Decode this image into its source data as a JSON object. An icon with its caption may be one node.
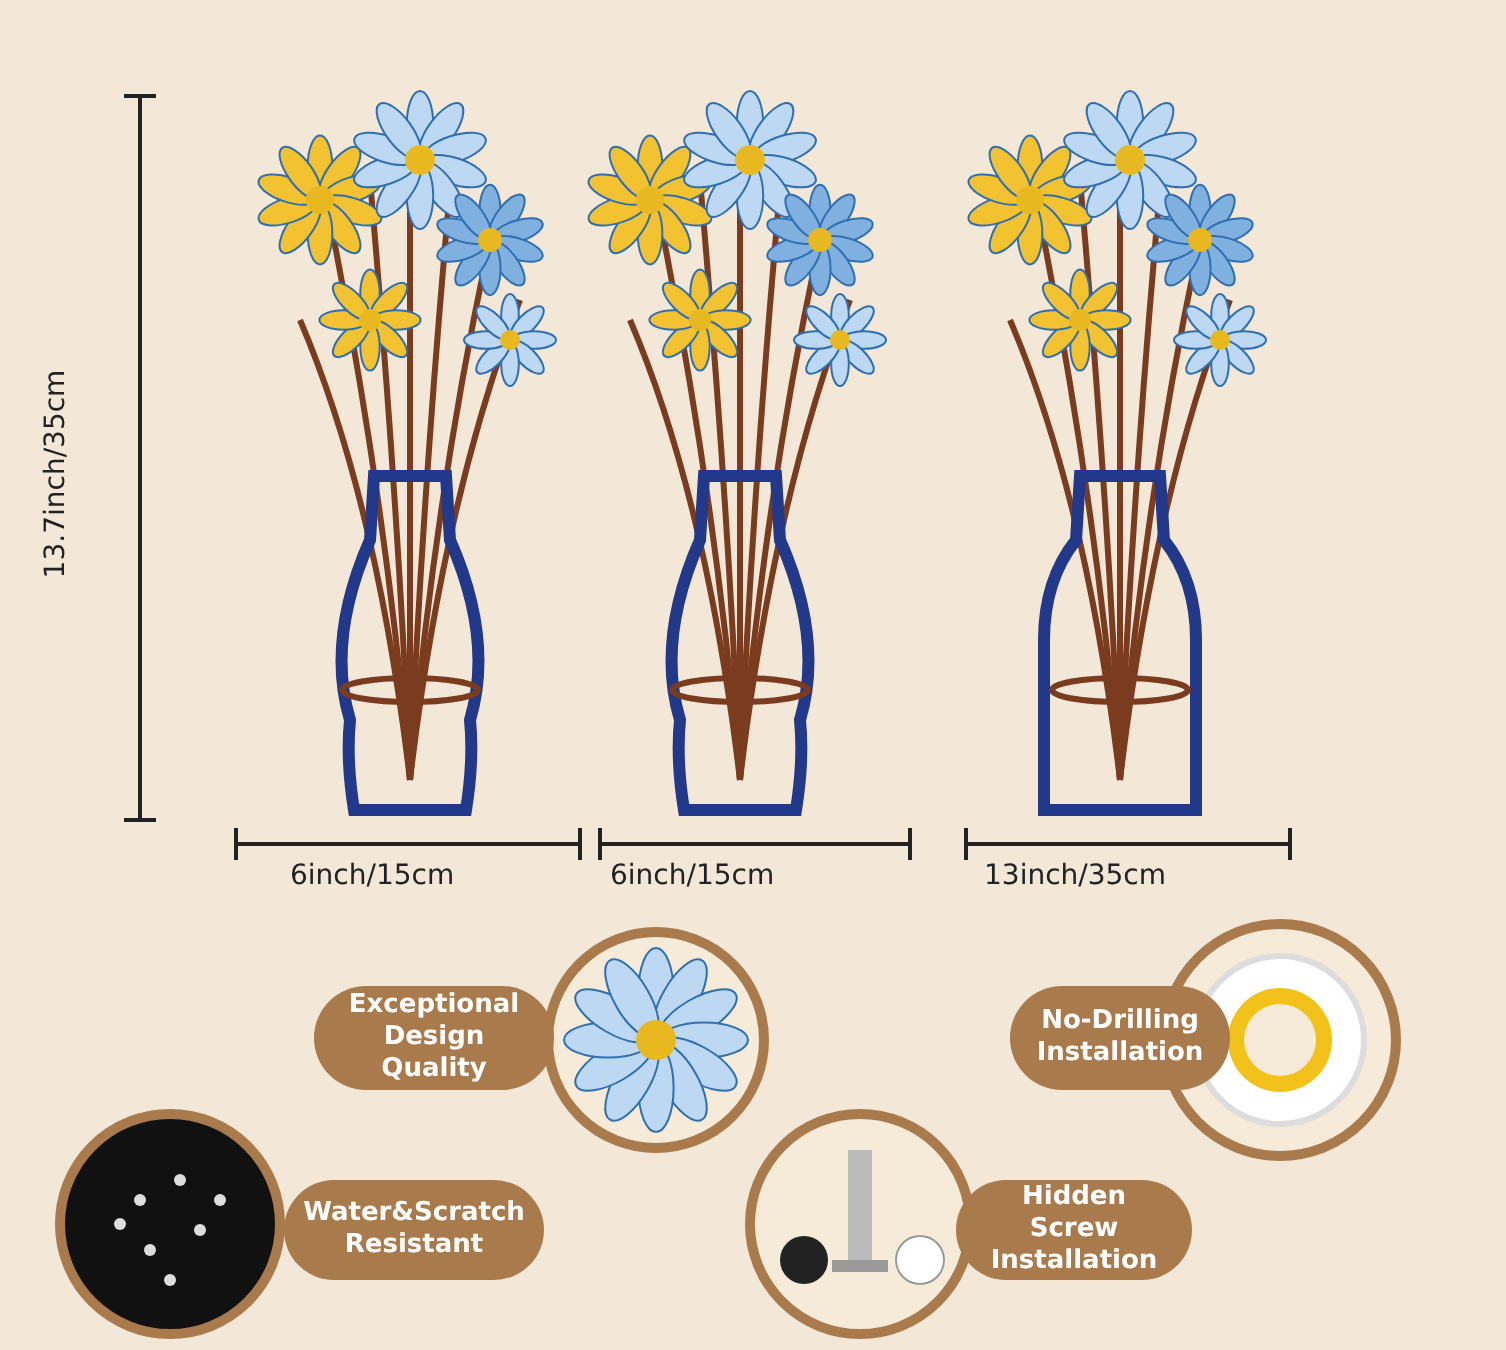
{
  "diagram": {
    "nodes": [
      {
        "text": [
          "Exceptional Design Quality"
        ]
      },
      {
        "text": [
          "No-Drilling Installation"
        ]
      },
      {
        "text": [
          "Water&Scratch Resistant"
        ]
      },
      {
        "text": [
          "Hidden Screw Installation"
        ]
      }
    ],
    "labels": [
      "13.7inch/35cm",
      "6inch/15cm",
      "6inch/15cm",
      "13inch/35cm"
    ]
  }
}
